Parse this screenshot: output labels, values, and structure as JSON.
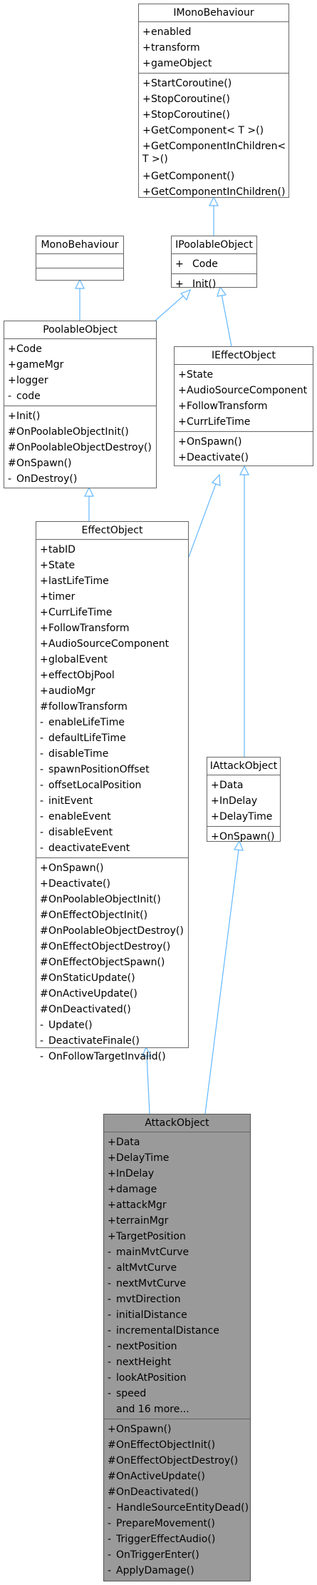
{
  "diagram": {
    "classes": {
      "imonobehaviour": {
        "name": "IMonoBehaviour",
        "attributes": [
          {
            "vis": "+",
            "name": "enabled"
          },
          {
            "vis": "+",
            "name": "transform"
          },
          {
            "vis": "+",
            "name": "gameObject"
          }
        ],
        "methods": [
          {
            "vis": "+",
            "name": "StartCoroutine()"
          },
          {
            "vis": "+",
            "name": "StopCoroutine()"
          },
          {
            "vis": "+",
            "name": "StopCoroutine()"
          },
          {
            "vis": "+",
            "name": "GetComponent< T >()"
          },
          {
            "vis": "+",
            "name": "GetComponentInChildren< T >()"
          },
          {
            "vis": "+",
            "name": "GetComponent()"
          },
          {
            "vis": "+",
            "name": "GetComponentInChildren()"
          }
        ]
      },
      "monobehaviour": {
        "name": "MonoBehaviour",
        "attributes": [],
        "methods": []
      },
      "ipoolableobject": {
        "name": "IPoolableObject",
        "attributes": [
          {
            "vis": "+",
            "name": "Code"
          }
        ],
        "methods": [
          {
            "vis": "+",
            "name": "Init()"
          }
        ]
      },
      "poolableobject": {
        "name": "PoolableObject",
        "attributes": [
          {
            "vis": "+",
            "name": "Code"
          },
          {
            "vis": "+",
            "name": "gameMgr"
          },
          {
            "vis": "+",
            "name": "logger"
          },
          {
            "vis": "-",
            "name": "code"
          }
        ],
        "methods": [
          {
            "vis": "+",
            "name": "Init()"
          },
          {
            "vis": "#",
            "name": "OnPoolableObjectInit()"
          },
          {
            "vis": "#",
            "name": "OnPoolableObjectDestroy()"
          },
          {
            "vis": "#",
            "name": "OnSpawn()"
          },
          {
            "vis": "-",
            "name": "OnDestroy()"
          }
        ]
      },
      "ieffectobject": {
        "name": "IEffectObject",
        "attributes": [
          {
            "vis": "+",
            "name": "State"
          },
          {
            "vis": "+",
            "name": "AudioSourceComponent"
          },
          {
            "vis": "+",
            "name": "FollowTransform"
          },
          {
            "vis": "+",
            "name": "CurrLifeTime"
          }
        ],
        "methods": [
          {
            "vis": "+",
            "name": "OnSpawn()"
          },
          {
            "vis": "+",
            "name": "Deactivate()"
          }
        ]
      },
      "effectobject": {
        "name": "EffectObject",
        "attributes": [
          {
            "vis": "+",
            "name": "tabID"
          },
          {
            "vis": "+",
            "name": "State"
          },
          {
            "vis": "+",
            "name": "lastLifeTime"
          },
          {
            "vis": "+",
            "name": "timer"
          },
          {
            "vis": "+",
            "name": "CurrLifeTime"
          },
          {
            "vis": "+",
            "name": "FollowTransform"
          },
          {
            "vis": "+",
            "name": "AudioSourceComponent"
          },
          {
            "vis": "+",
            "name": "globalEvent"
          },
          {
            "vis": "+",
            "name": "effectObjPool"
          },
          {
            "vis": "+",
            "name": "audioMgr"
          },
          {
            "vis": "#",
            "name": "followTransform"
          },
          {
            "vis": "-",
            "name": "enableLifeTime"
          },
          {
            "vis": "-",
            "name": "defaultLifeTime"
          },
          {
            "vis": "-",
            "name": "disableTime"
          },
          {
            "vis": "-",
            "name": "spawnPositionOffset"
          },
          {
            "vis": "-",
            "name": "offsetLocalPosition"
          },
          {
            "vis": "-",
            "name": "initEvent"
          },
          {
            "vis": "-",
            "name": "enableEvent"
          },
          {
            "vis": "-",
            "name": "disableEvent"
          },
          {
            "vis": "-",
            "name": "deactivateEvent"
          }
        ],
        "methods": [
          {
            "vis": "+",
            "name": "OnSpawn()"
          },
          {
            "vis": "+",
            "name": "Deactivate()"
          },
          {
            "vis": "#",
            "name": "OnPoolableObjectInit()"
          },
          {
            "vis": "#",
            "name": "OnEffectObjectInit()"
          },
          {
            "vis": "#",
            "name": "OnPoolableObjectDestroy()"
          },
          {
            "vis": "#",
            "name": "OnEffectObjectDestroy()"
          },
          {
            "vis": "#",
            "name": "OnEffectObjectSpawn()"
          },
          {
            "vis": "#",
            "name": "OnStaticUpdate()"
          },
          {
            "vis": "#",
            "name": "OnActiveUpdate()"
          },
          {
            "vis": "#",
            "name": "OnDeactivated()"
          },
          {
            "vis": "-",
            "name": "Update()"
          },
          {
            "vis": "-",
            "name": "DeactivateFinale()"
          },
          {
            "vis": "-",
            "name": "OnFollowTargetInvalid()"
          }
        ]
      },
      "iattackobject": {
        "name": "IAttackObject",
        "attributes": [
          {
            "vis": "+",
            "name": "Data"
          },
          {
            "vis": "+",
            "name": "InDelay"
          },
          {
            "vis": "+",
            "name": "DelayTime"
          }
        ],
        "methods": [
          {
            "vis": "+",
            "name": "OnSpawn()"
          }
        ]
      },
      "attackobject": {
        "name": "AttackObject",
        "attributes": [
          {
            "vis": "+",
            "name": "Data"
          },
          {
            "vis": "+",
            "name": "DelayTime"
          },
          {
            "vis": "+",
            "name": "InDelay"
          },
          {
            "vis": "+",
            "name": "damage"
          },
          {
            "vis": "+",
            "name": "attackMgr"
          },
          {
            "vis": "+",
            "name": "terrainMgr"
          },
          {
            "vis": "+",
            "name": "TargetPosition"
          },
          {
            "vis": "-",
            "name": "mainMvtCurve"
          },
          {
            "vis": "-",
            "name": "altMvtCurve"
          },
          {
            "vis": "-",
            "name": "nextMvtCurve"
          },
          {
            "vis": "-",
            "name": "mvtDirection"
          },
          {
            "vis": "-",
            "name": "initialDistance"
          },
          {
            "vis": "-",
            "name": "incrementalDistance"
          },
          {
            "vis": "-",
            "name": "nextPosition"
          },
          {
            "vis": "-",
            "name": "nextHeight"
          },
          {
            "vis": "-",
            "name": "lookAtPosition"
          },
          {
            "vis": "-",
            "name": "speed"
          },
          {
            "vis": "",
            "name": "and 16 more..."
          }
        ],
        "methods": [
          {
            "vis": "+",
            "name": "OnSpawn()"
          },
          {
            "vis": "#",
            "name": "OnEffectObjectInit()"
          },
          {
            "vis": "#",
            "name": "OnEffectObjectDestroy()"
          },
          {
            "vis": "#",
            "name": "OnActiveUpdate()"
          },
          {
            "vis": "#",
            "name": "OnDeactivated()"
          },
          {
            "vis": "-",
            "name": "HandleSourceEntityDead()"
          },
          {
            "vis": "-",
            "name": "PrepareMovement()"
          },
          {
            "vis": "-",
            "name": "TriggerEffectAudio()"
          },
          {
            "vis": "-",
            "name": "OnTriggerEnter()"
          },
          {
            "vis": "-",
            "name": "ApplyDamage()"
          }
        ]
      }
    },
    "colors": {
      "edge": "#63b8ff",
      "focus_fill": "#9a9a9a",
      "border": "#666666"
    }
  }
}
